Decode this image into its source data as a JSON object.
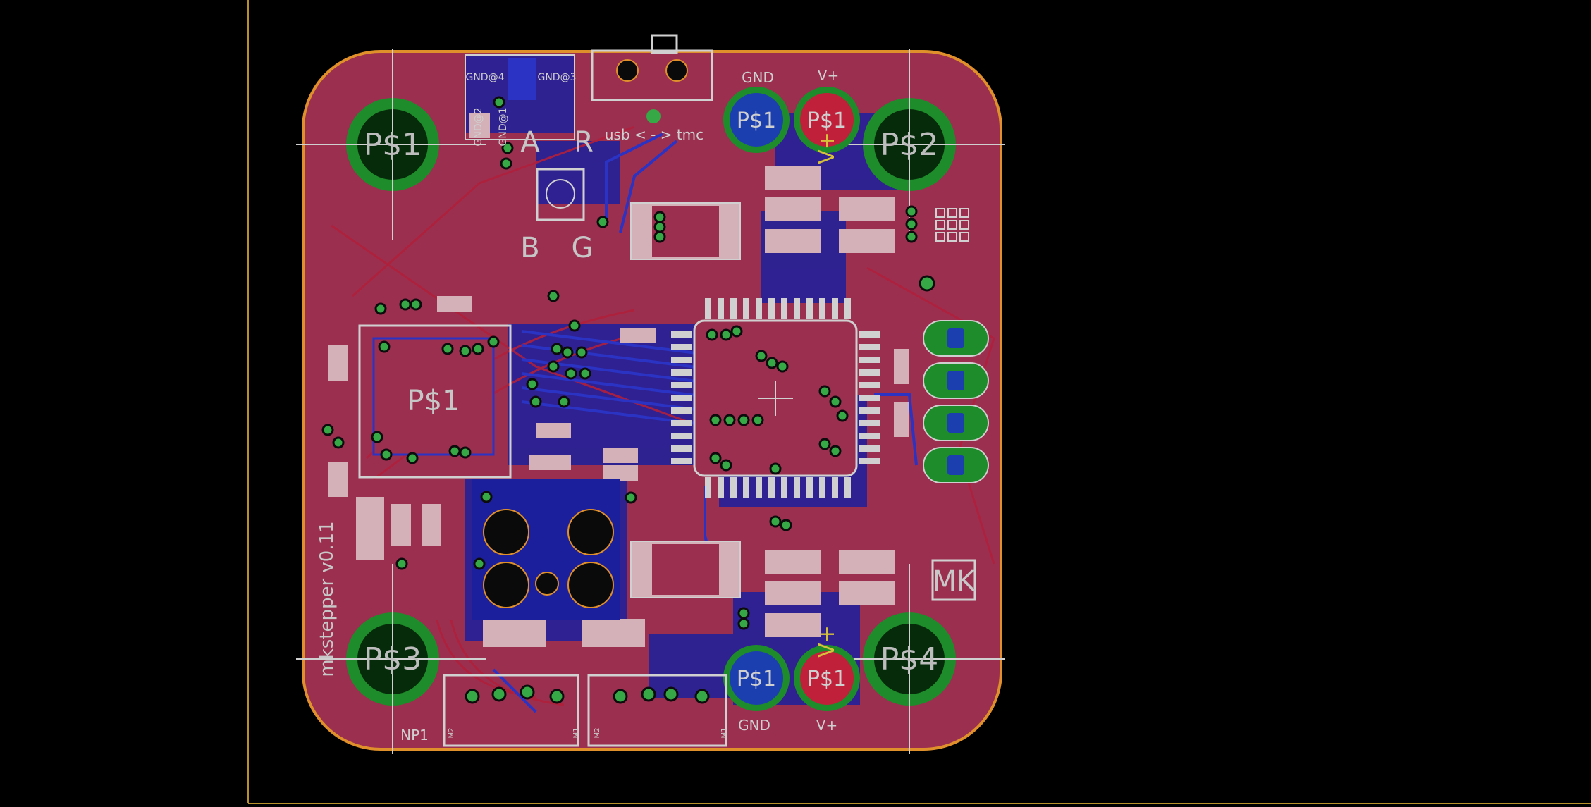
{
  "board": {
    "mount_labels": [
      "P$1",
      "P$2",
      "P$3",
      "P$4"
    ],
    "chip_label": "P$1",
    "pad_label": "P$1",
    "top_header": {
      "gnd": "GND",
      "vplus": "V+"
    },
    "bottom_header": {
      "gnd": "GND",
      "vplus": "V+"
    },
    "vplus_silk": "V+",
    "led_labels": {
      "a": "A",
      "r": "R",
      "b": "B",
      "g": "G"
    },
    "gnd_pads": [
      "GND@4",
      "GND@3",
      "GND@2",
      "GND@1"
    ],
    "switch_label": "usb < - > tmc",
    "board_name": "mkstepper v0.11",
    "logo": "MK",
    "np_label": "NP1",
    "tiny_labels": [
      "M2",
      "M1",
      "M2",
      "M1"
    ]
  },
  "colors": {
    "background": "#000000",
    "board_fill": "#9b2f4f",
    "outline": "#e0902a",
    "copper_blue": "#1c1f9c",
    "silk": "#d0d0d0",
    "pad_green": "#1e8c2a",
    "via_green": "#36a845",
    "frame": "#b8902a"
  }
}
